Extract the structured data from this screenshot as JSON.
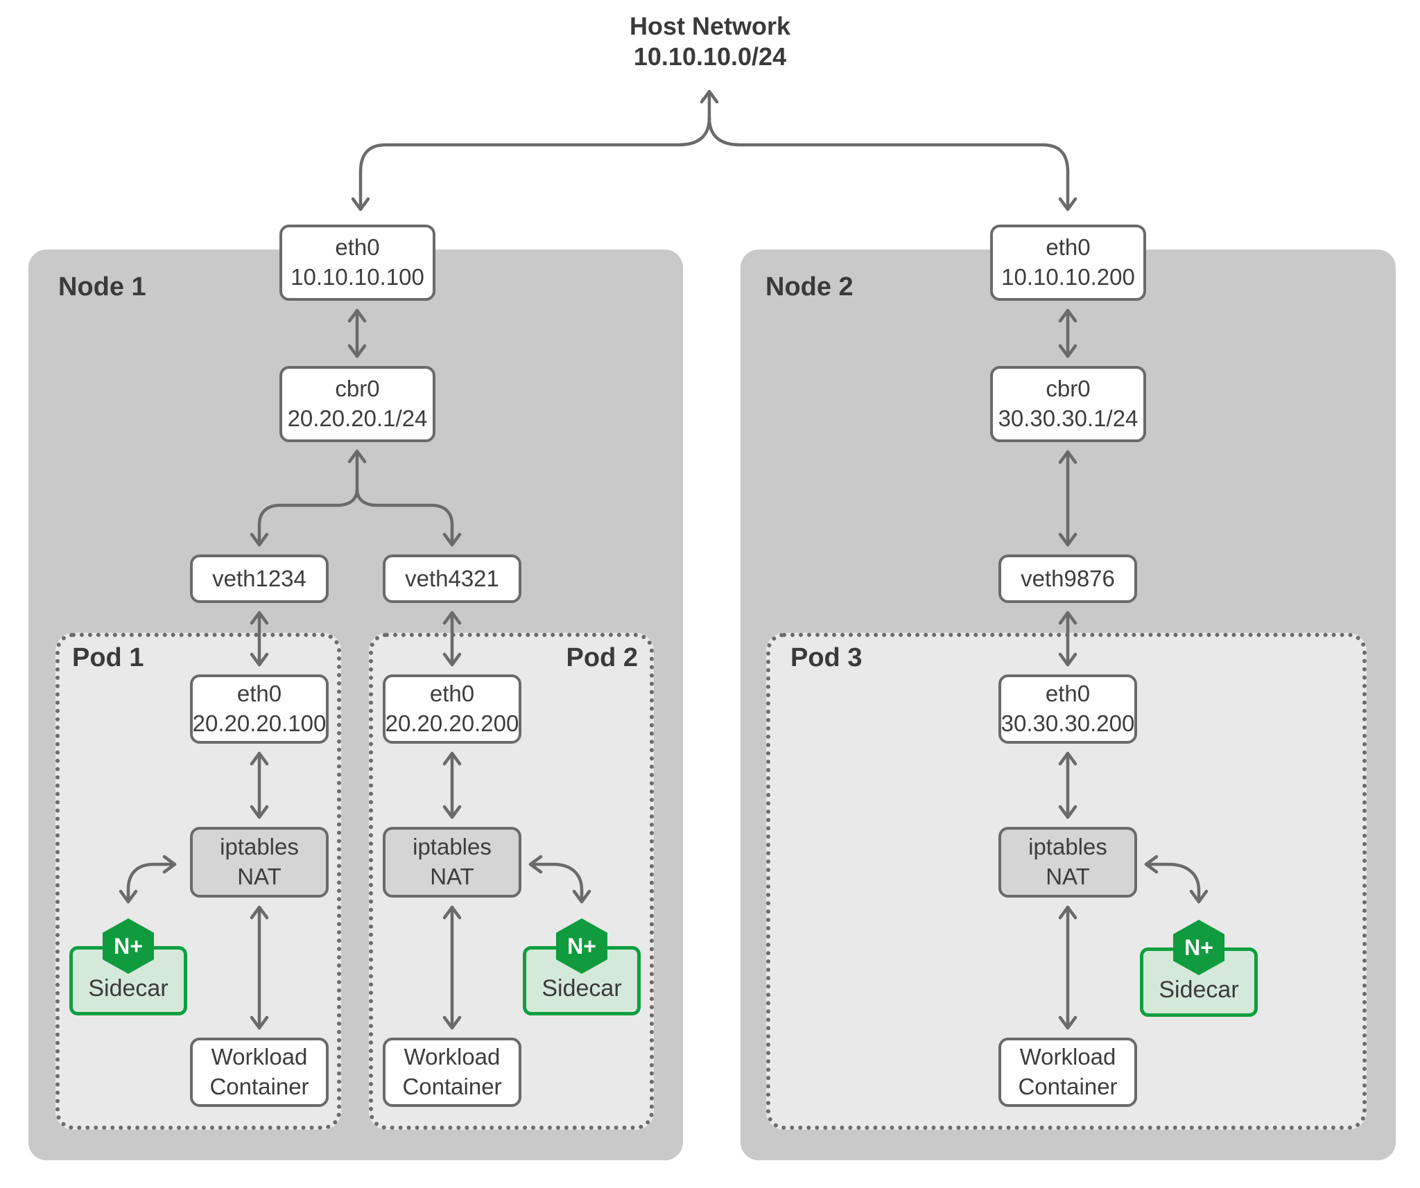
{
  "title": {
    "line1": "Host Network",
    "line2": "10.10.10.0/24"
  },
  "colors": {
    "node_bg": "#c9c9c9",
    "pod_bg": "#e9e9e9",
    "nat_bg": "#d5d5d5",
    "box_border": "#6a6a6a",
    "arrow": "#6a6a6a",
    "text": "#3d3d3d",
    "nginx_green": "#0f9b3e",
    "sidecar_border_green": "#0da03f",
    "sidecar_bg": "#d5e9da"
  },
  "node1": {
    "label": "Node 1",
    "eth0": {
      "line1": "eth0",
      "line2": "10.10.10.100"
    },
    "cbr0": {
      "line1": "cbr0",
      "line2": "20.20.20.1/24"
    },
    "veth_left": "veth1234",
    "veth_right": "veth4321"
  },
  "node2": {
    "label": "Node 2",
    "eth0": {
      "line1": "eth0",
      "line2": "10.10.10.200"
    },
    "cbr0": {
      "line1": "cbr0",
      "line2": "30.30.30.1/24"
    },
    "veth": "veth9876"
  },
  "pod1": {
    "label": "Pod 1",
    "eth0": {
      "line1": "eth0",
      "line2": "20.20.20.100"
    },
    "nat": {
      "line1": "iptables",
      "line2": "NAT"
    },
    "sidecar_badge": "N+",
    "sidecar_label": "Sidecar",
    "workload": {
      "line1": "Workload",
      "line2": "Container"
    }
  },
  "pod2": {
    "label": "Pod 2",
    "eth0": {
      "line1": "eth0",
      "line2": "20.20.20.200"
    },
    "nat": {
      "line1": "iptables",
      "line2": "NAT"
    },
    "sidecar_badge": "N+",
    "sidecar_label": "Sidecar",
    "workload": {
      "line1": "Workload",
      "line2": "Container"
    }
  },
  "pod3": {
    "label": "Pod 3",
    "eth0": {
      "line1": "eth0",
      "line2": "30.30.30.200"
    },
    "nat": {
      "line1": "iptables",
      "line2": "NAT"
    },
    "sidecar_badge": "N+",
    "sidecar_label": "Sidecar",
    "workload": {
      "line1": "Workload",
      "line2": "Container"
    }
  }
}
